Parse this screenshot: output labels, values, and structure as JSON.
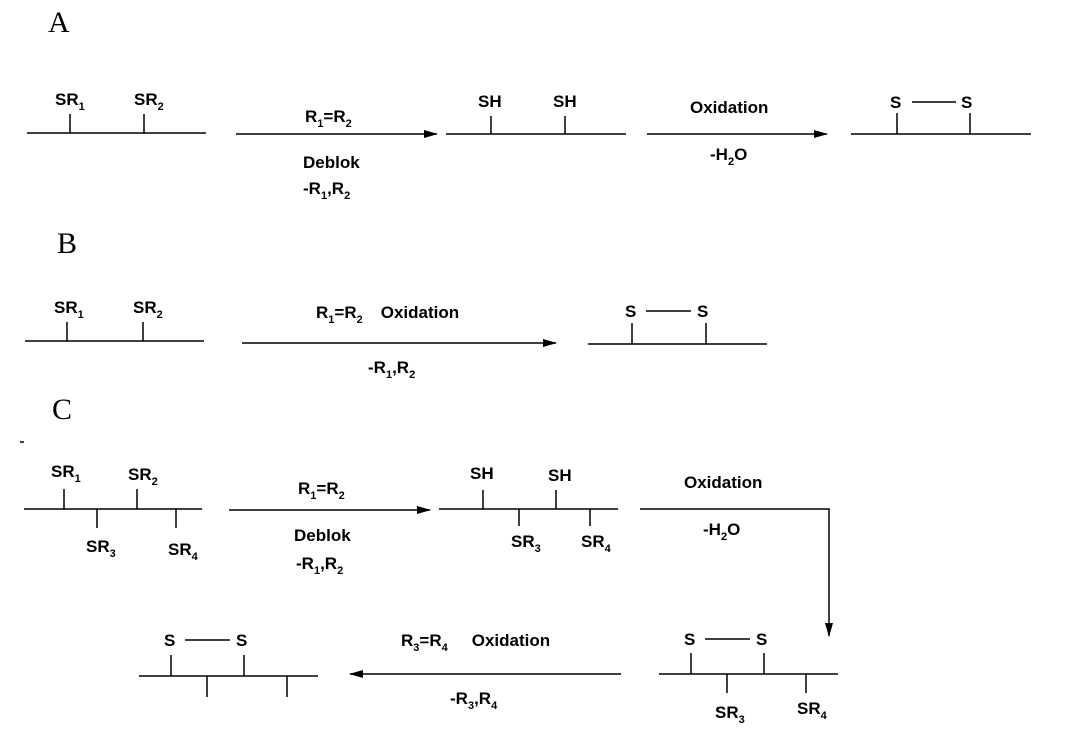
{
  "panels": {
    "a": {
      "letter": "A",
      "reactant": [
        {
          "main": "SR",
          "sub": "1"
        },
        {
          "main": "SR",
          "sub": "2"
        }
      ],
      "arrow1_top": {
        "a": "R",
        "a_sub": "1",
        "eq": "=R",
        "b_sub": "2"
      },
      "arrow1_bottom1": "Deblok",
      "arrow1_bottom2": {
        "a": "-R",
        "a_sub": "1",
        "b": ",R",
        "b_sub": "2"
      },
      "intermediate": [
        "SH",
        "SH"
      ],
      "arrow2_top": "Oxidation",
      "arrow2_bottom": {
        "a": "-H",
        "a_sub": "2",
        "b": "O"
      },
      "product": [
        "S",
        "S"
      ]
    },
    "b": {
      "letter": "B",
      "reactant": [
        {
          "main": "SR",
          "sub": "1"
        },
        {
          "main": "SR",
          "sub": "2"
        }
      ],
      "arrow_top": {
        "a": "R",
        "a_sub": "1",
        "eq": "=R",
        "b_sub": "2",
        "word": "Oxidation"
      },
      "arrow_bottom": {
        "a": "-R",
        "a_sub": "1",
        "b": ",R",
        "b_sub": "2"
      },
      "product": [
        "S",
        "S"
      ]
    },
    "c": {
      "letter": "C",
      "reactant_top": [
        {
          "main": "SR",
          "sub": "1"
        },
        {
          "main": "SR",
          "sub": "2"
        }
      ],
      "reactant_bottom": [
        {
          "main": "SR",
          "sub": "3"
        },
        {
          "main": "SR",
          "sub": "4"
        }
      ],
      "arrow1_top": {
        "a": "R",
        "a_sub": "1",
        "eq": "=R",
        "b_sub": "2"
      },
      "arrow1_bottom1": "Deblok",
      "arrow1_bottom2": {
        "a": "-R",
        "a_sub": "1",
        "b": ",R",
        "b_sub": "2"
      },
      "intermediate_top": [
        "SH",
        "SH"
      ],
      "intermediate_bottom": [
        {
          "main": "SR",
          "sub": "3"
        },
        {
          "main": "SR",
          "sub": "4"
        }
      ],
      "arrow2_top": "Oxidation",
      "arrow2_bottom": {
        "a": "-H",
        "a_sub": "2",
        "b": "O"
      },
      "product2_top": [
        "S",
        "S"
      ],
      "product2_bottom": [
        {
          "main": "SR",
          "sub": "3"
        },
        {
          "main": "SR",
          "sub": "4"
        }
      ],
      "arrow3_top": {
        "a": "R",
        "a_sub": "3",
        "eq": "=R",
        "b_sub": "4",
        "word": "Oxidation"
      },
      "arrow3_bottom": {
        "a": "-R",
        "a_sub": "3",
        "b": ",R",
        "b_sub": "4"
      },
      "final_top": [
        "S",
        "S"
      ]
    }
  }
}
